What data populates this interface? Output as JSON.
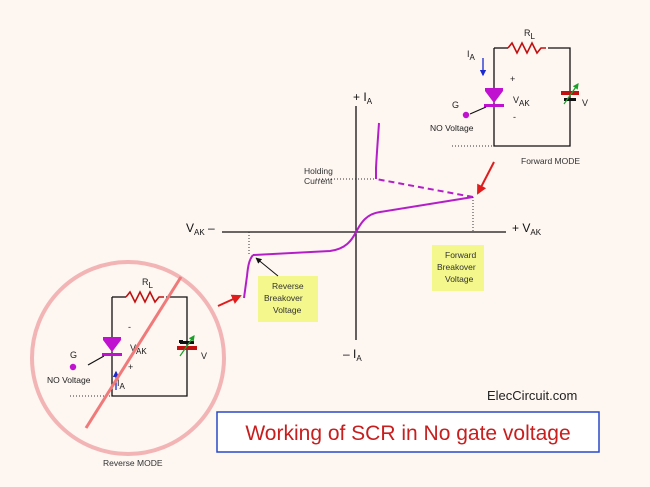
{
  "axes": {
    "plus_ia": "+ I",
    "plus_ia_sub": "A",
    "minus_ia": "– I",
    "minus_ia_sub": "A",
    "minus_vak": "V",
    "minus_vak_sub": "AK",
    "minus_vak_suffix": " –",
    "plus_vak": "+ V",
    "plus_vak_sub": "AK"
  },
  "annotations": {
    "holding_line1": "Holding",
    "holding_line2": "Current",
    "forward_line1": "Forward",
    "forward_line2": "Breakover",
    "forward_line3": "Voltage",
    "reverse_line1": "Reverse",
    "reverse_line2": "Breakover",
    "reverse_line3": "Voltage"
  },
  "forward_circuit": {
    "resistor": "R",
    "resistor_sub": "L",
    "current": "I",
    "current_sub": "A",
    "plus": "+",
    "minus": "-",
    "gate": "G",
    "vak": "V",
    "vak_sub": "AK",
    "source": "V",
    "no_voltage": "NO Voltage",
    "mode": "Forward  MODE"
  },
  "reverse_circuit": {
    "resistor": "R",
    "resistor_sub": "L",
    "current": "I",
    "current_sub": "A",
    "plus": "+",
    "minus": "-",
    "gate": "G",
    "vak": "V",
    "vak_sub": "AK",
    "source": "V",
    "no_voltage": "NO Voltage",
    "mode": "Reverse  MODE"
  },
  "site": "ElecCircuit.com",
  "title": "Working of SCR in No gate voltage",
  "colors": {
    "curve": "#b41ec8",
    "arrow_red": "#e01c1c",
    "thyristor": "#c010d0",
    "battery": "#c01010",
    "note_bg": "#f3f78c",
    "circle": "#f2b4b4",
    "strike": "#f07a7a",
    "title_text": "#c81e1e",
    "title_border": "#2a48c8"
  }
}
